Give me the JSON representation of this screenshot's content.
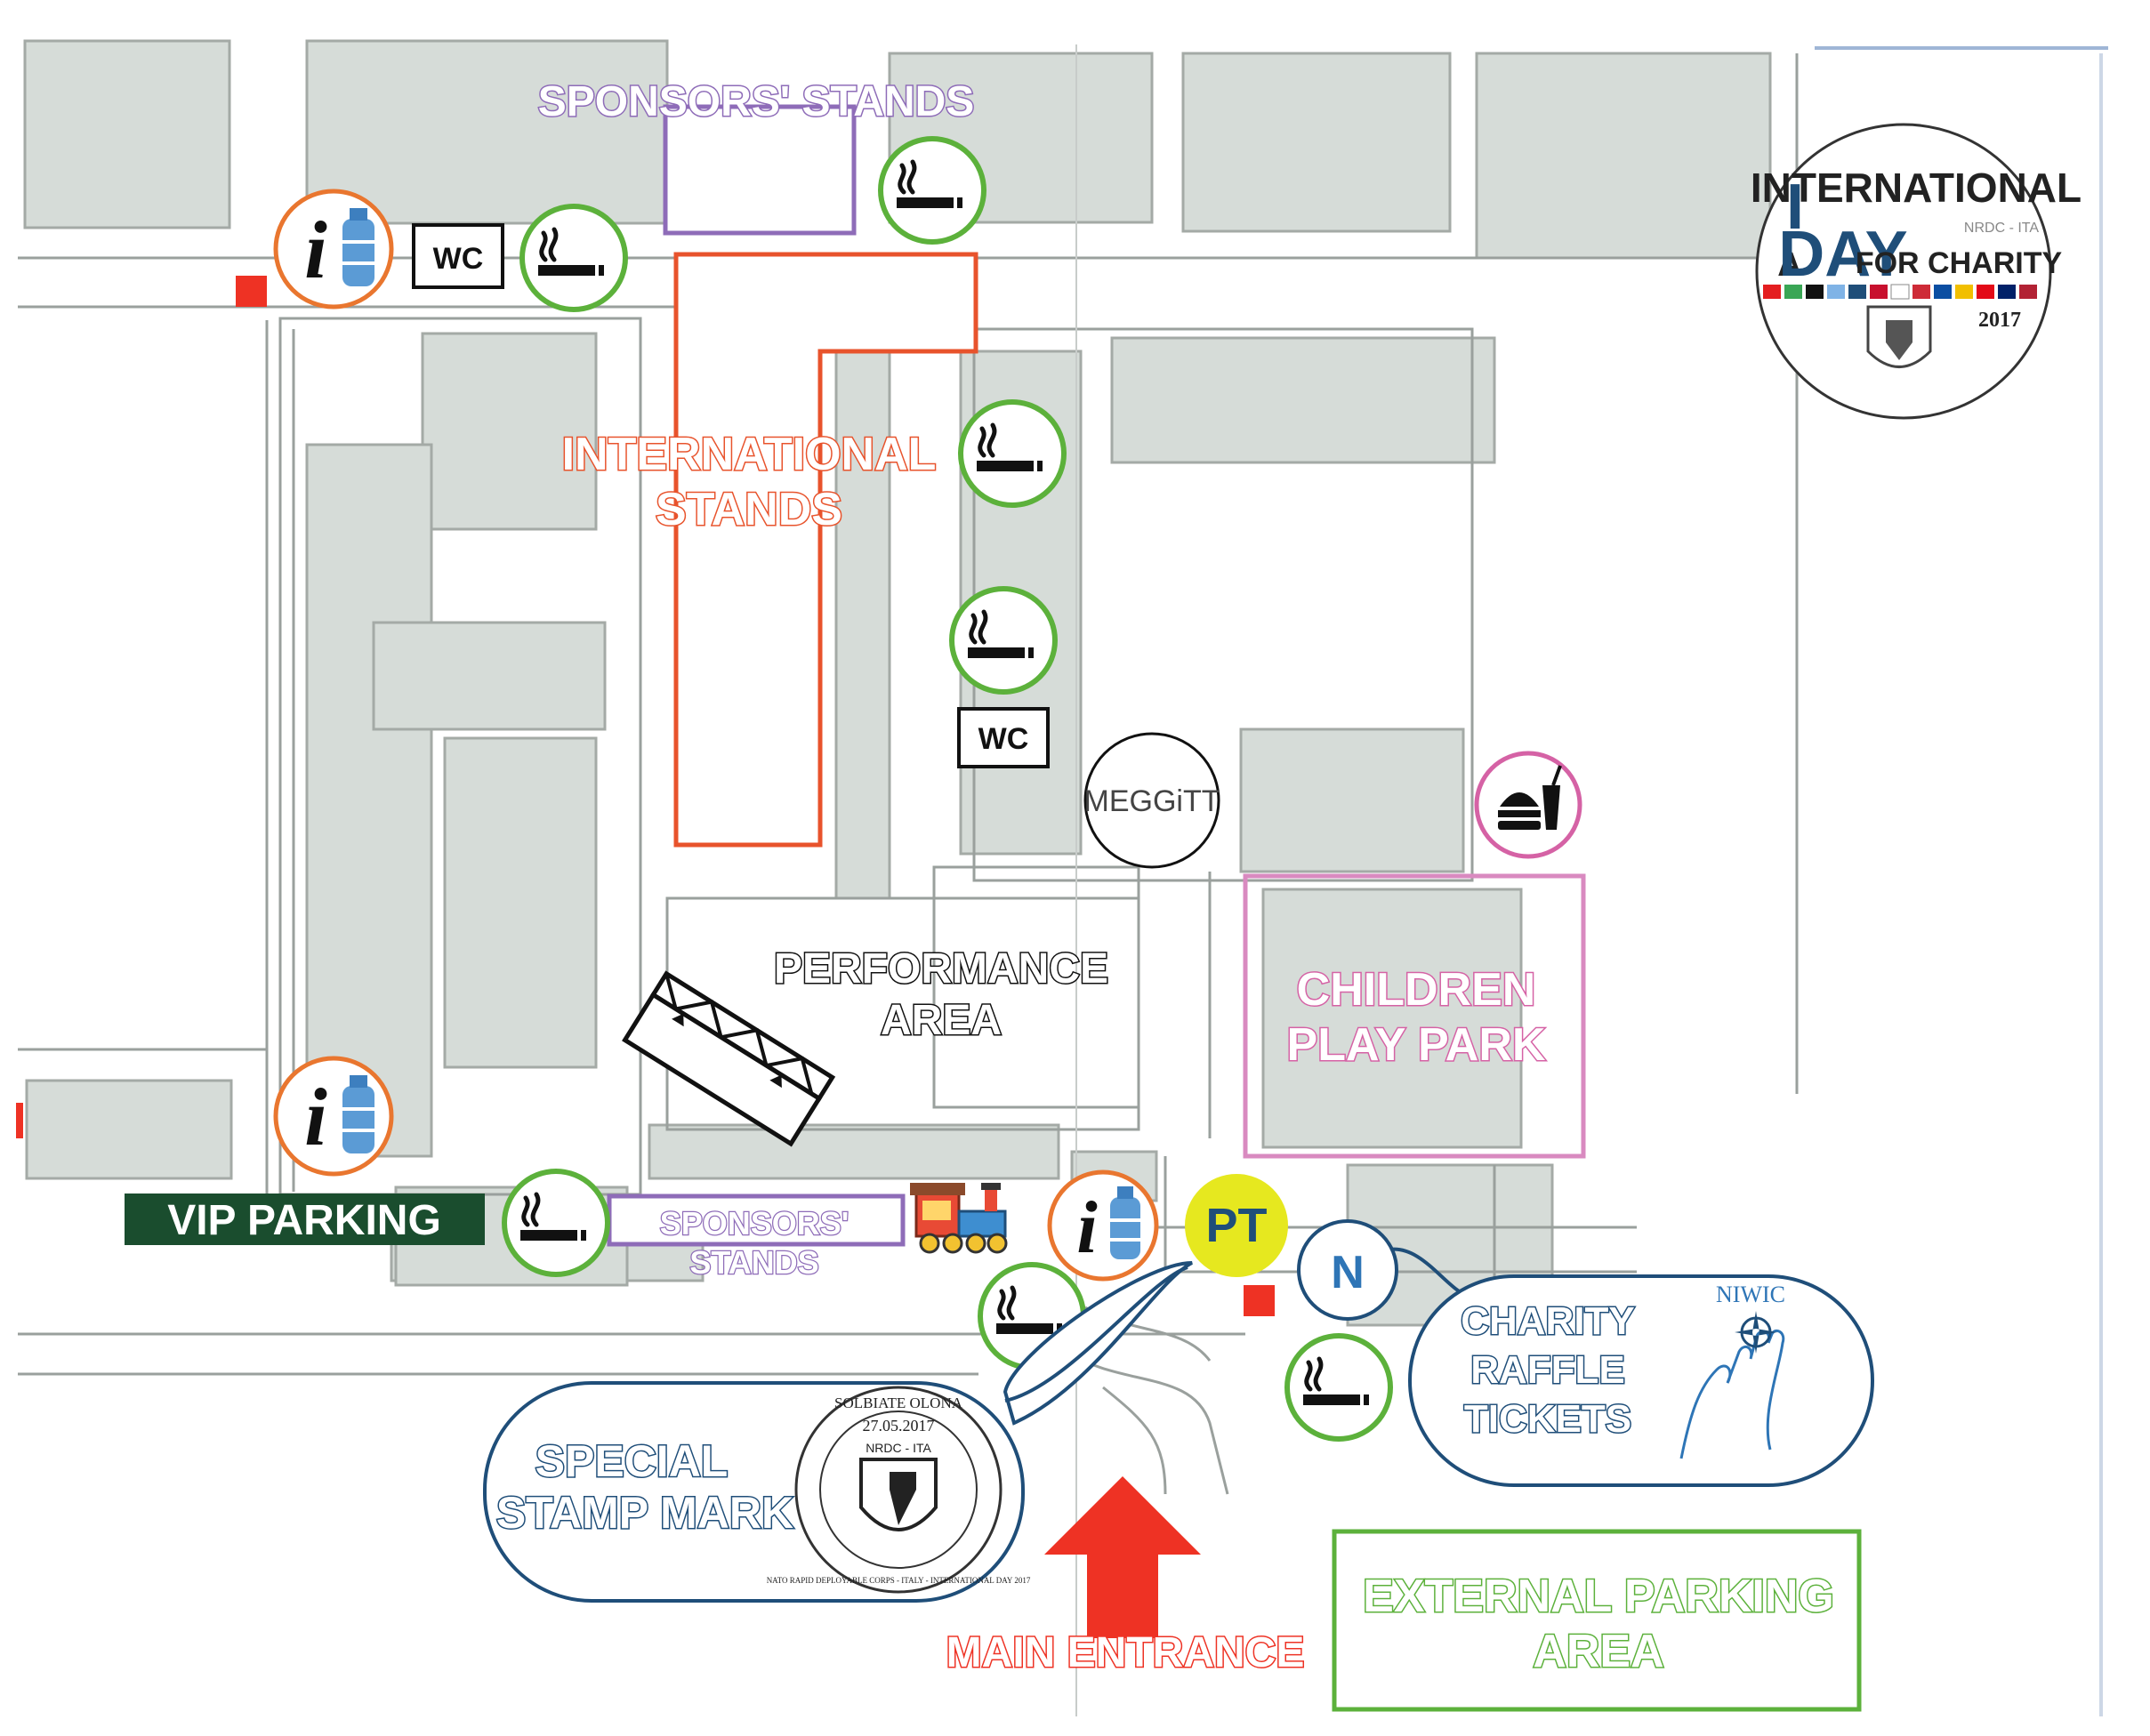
{
  "colors": {
    "sponsors": "#8e6cb8",
    "international": "#e8532c",
    "green": "#5cb13b",
    "orange": "#e9762f",
    "pink": "#d562a5",
    "navy": "#1f4e79",
    "red": "#ee3224",
    "yellow": "#e6e81f",
    "vip": "#1a4d2e",
    "building": "#d6dcd8",
    "road": "#9aa09d"
  },
  "labels": {
    "sponsors_top": "SPONSORS' STANDS",
    "international_line1": "INTERNATIONAL",
    "international_line2": "STANDS",
    "performance_line1": "PERFORMANCE",
    "performance_line2": "AREA",
    "children_line1": "CHILDREN",
    "children_line2": "PLAY PARK",
    "vip_parking": "VIP PARKING",
    "sponsors_bottom_line1": "SPONSORS'",
    "sponsors_bottom_line2": "STANDS",
    "main_entrance": "MAIN ENTRANCE",
    "external_line1": "EXTERNAL PARKING",
    "external_line2": "AREA",
    "special_line1": "SPECIAL",
    "special_line2": "STAMP MARK",
    "charity_line1": "CHARITY",
    "charity_line2": "RAFFLE",
    "charity_line3": "TICKETS"
  },
  "markers": {
    "wc": "WC",
    "info": "i",
    "pt": "PT",
    "north": "N",
    "meggitt": "MEGGiTT",
    "niwic": "NIWIC"
  },
  "logo": {
    "line_international": "INTERNATIONAL",
    "letter_i": "I",
    "letter_a": "A",
    "word_day": "DAY",
    "for_charity": "FOR CHARITY",
    "nrdc": "NRDC - ITA",
    "year": "2017"
  },
  "stamp": {
    "place": "SOLBIATE OLONA",
    "date": "27.05.2017",
    "ring_text": "NATO RAPID DEPLOYABLE CORPS - ITALY - INTERNATIONAL DAY 2017",
    "badge": "NRDC - ITA"
  },
  "icons": {
    "smoking": "smoking-area-icon",
    "info": "info-point-icon",
    "water": "water-bottle-icon",
    "food": "food-drink-icon",
    "train": "toy-train-icon",
    "stage": "stage-truss-icon",
    "arrow": "entrance-arrow-icon"
  }
}
